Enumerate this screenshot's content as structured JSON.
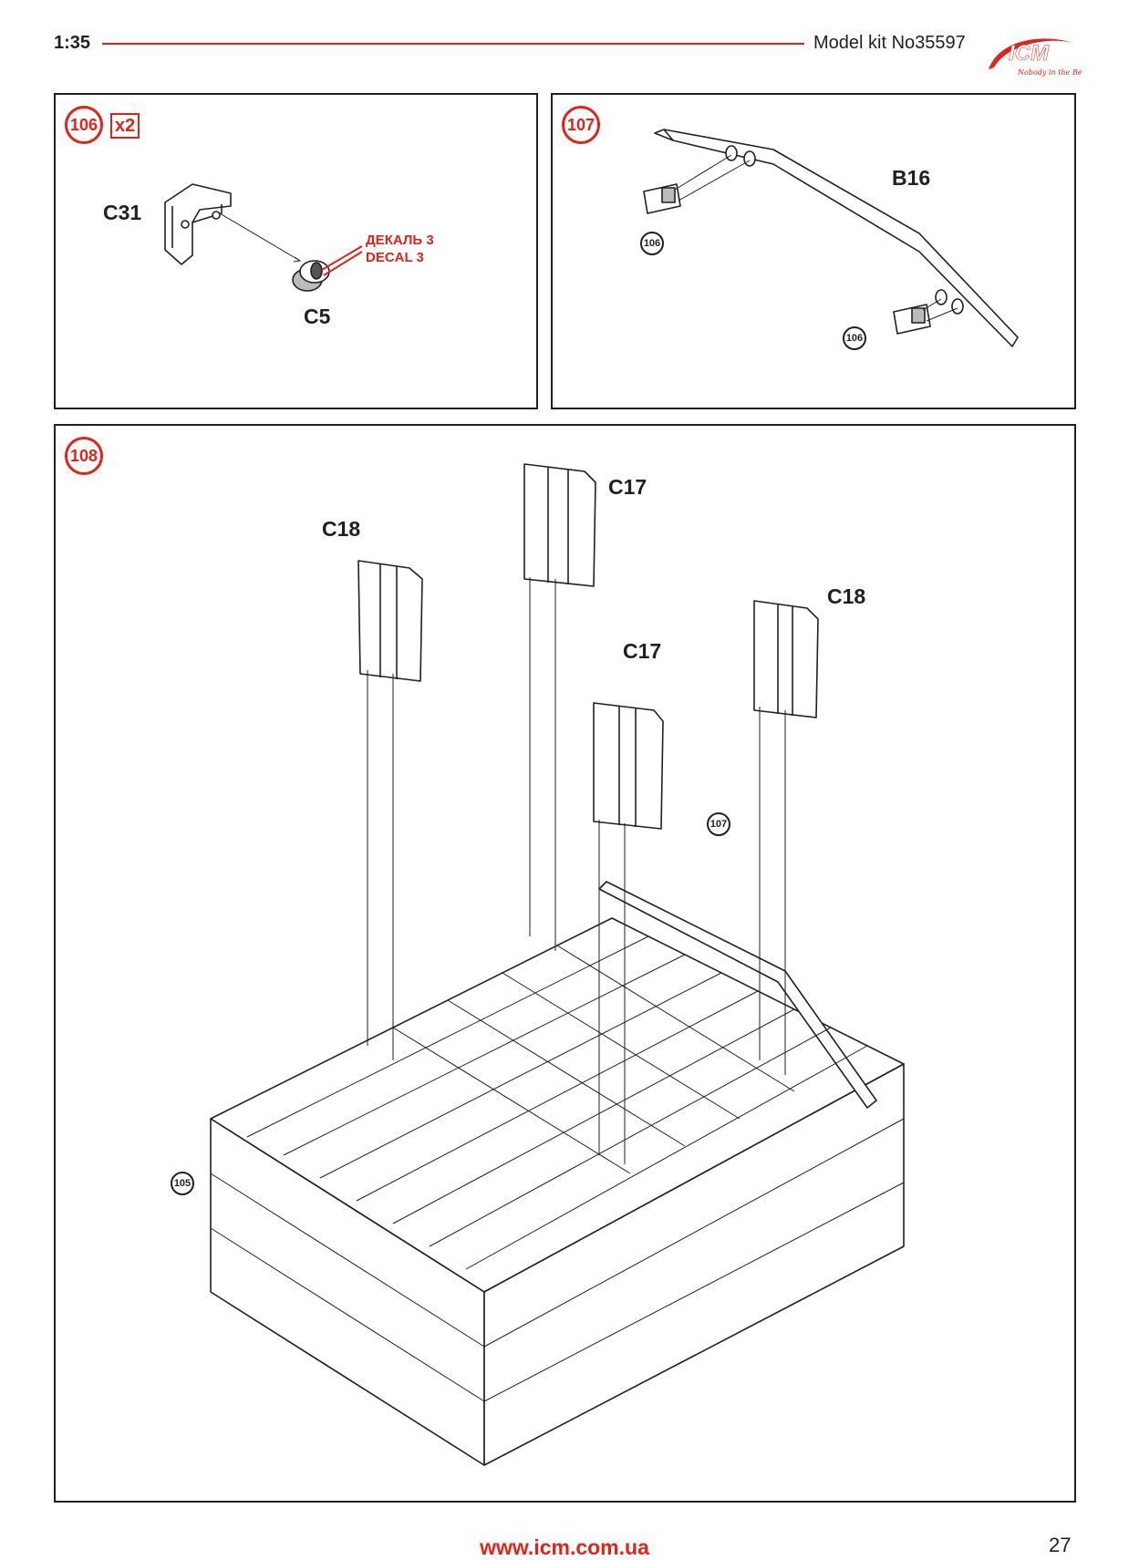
{
  "header": {
    "scale": "1:35",
    "model_kit": "Model kit No35597",
    "logo_text": "ICM",
    "logo_tagline": "Nobody in the Best"
  },
  "steps": {
    "s106": {
      "number": "106",
      "quantity": "x2",
      "parts": [
        "C31",
        "C5"
      ],
      "decal_ru": "ДЕКАЛЬ 3",
      "decal_en": "DECAL 3"
    },
    "s107": {
      "number": "107",
      "part": "B16",
      "ref_a": "106",
      "ref_b": "106"
    },
    "s108": {
      "number": "108",
      "part_c18_left": "C18",
      "part_c17_top": "C17",
      "part_c17_mid": "C17",
      "part_c18_right": "C18",
      "ref_107": "107",
      "ref_105": "105"
    }
  },
  "footer": {
    "url": "www.icm.com.ua",
    "page": "27"
  },
  "colors": {
    "accent": "#e2231a",
    "line": "#231f20"
  }
}
